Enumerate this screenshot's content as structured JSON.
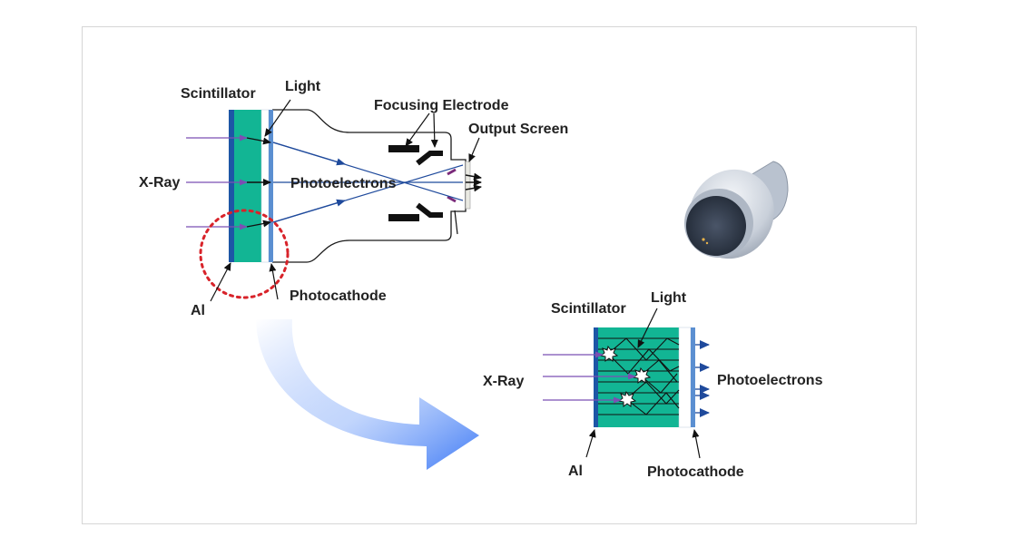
{
  "colors": {
    "scintillator": "#12b594",
    "aluminum": "#1d56a6",
    "photocathode": "#5b8fd1",
    "xray": "#7b4fb3",
    "electron_path": "#1f4a9c",
    "highlight_circle": "#d8232a",
    "flow_arrow": "#4f86f7",
    "focus_marker": "#7a2a7a"
  },
  "icons": [
    "image-intensifier-device-icon",
    "flow-arrow-icon",
    "light-flash-icon"
  ],
  "tube_diagram": {
    "scintillator_label": "Scintillator",
    "light_label": "Light",
    "focusing_electrode_label": "Focusing Electrode",
    "output_screen_label": "Output Screen",
    "xray_label": "X-Ray",
    "photoelectrons_label": "Photoelectrons",
    "al_label": "Al",
    "photocathode_label": "Photocathode"
  },
  "detail_diagram": {
    "scintillator_label": "Scintillator",
    "light_label": "Light",
    "xray_label": "X-Ray",
    "photoelectrons_label": "Photoelectrons",
    "al_label": "Al",
    "photocathode_label": "Photocathode"
  }
}
